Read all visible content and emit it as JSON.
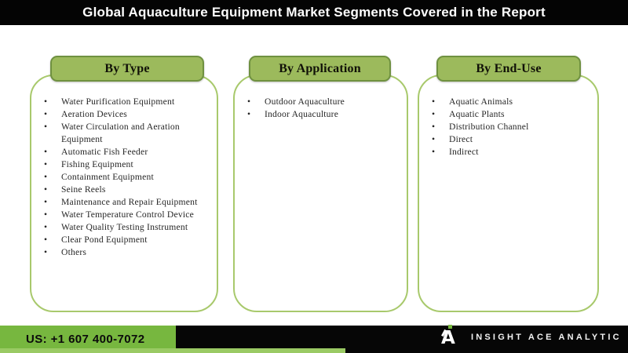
{
  "header": {
    "title": "Global Aquaculture Equipment Market Segments Covered in the Report"
  },
  "columns": [
    {
      "title": "By Type",
      "items": [
        "Water Purification Equipment",
        "Aeration Devices",
        "Water Circulation and Aeration Equipment",
        "Automatic Fish Feeder",
        "Fishing Equipment",
        "Containment Equipment",
        "Seine Reels",
        "Maintenance and Repair Equipment",
        "Water Temperature Control Device",
        "Water Quality Testing Instrument",
        "Clear Pond Equipment",
        "Others"
      ]
    },
    {
      "title": "By Application",
      "items": [
        "Outdoor Aquaculture",
        "Indoor Aquaculture"
      ]
    },
    {
      "title": "By End-Use",
      "items": [
        "Aquatic Animals",
        "Aquatic Plants",
        "Distribution Channel",
        "Direct",
        "Indirect"
      ]
    }
  ],
  "footer": {
    "phone": "US: +1 607 400-7072",
    "brand": "INSIGHT ACE ANALYTIC"
  },
  "colors": {
    "tab_fill": "#9cba5c",
    "tab_border": "#6f9140",
    "box_border": "#a8c96c",
    "header_bar": "#040404",
    "footer_green": "#77b73f",
    "footer_light_strip": "#9aca64",
    "footer_black": "#060606",
    "text": "#262626"
  }
}
